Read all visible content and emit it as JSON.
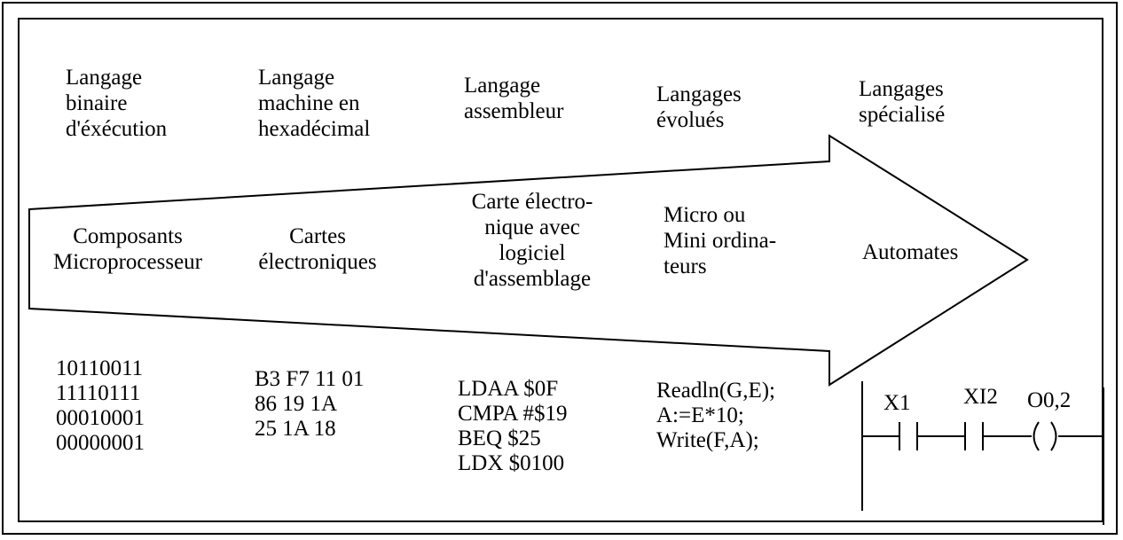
{
  "languages": [
    {
      "text": "Langage\nbinaire\nd'éxécution"
    },
    {
      "text": "Langage\nmachine en\nhexadécimal"
    },
    {
      "text": "Langage\nassembleur"
    },
    {
      "text": "Langages\névolués"
    },
    {
      "text": "Langages\nspécialisé"
    }
  ],
  "hardware": [
    {
      "text": "Composants\nMicroprocesseur"
    },
    {
      "text": "Cartes\nélectroniques"
    },
    {
      "text": "Carte électro-\nnique avec\nlogiciel\nd'assemblage"
    },
    {
      "text": "Micro ou\nMini ordina-\nteurs"
    },
    {
      "text": "Automates"
    }
  ],
  "code_examples": [
    {
      "text": "10110011\n11110111\n00010001\n00000001"
    },
    {
      "text": "B3 F7 11 01\n86 19 1A\n25 1A 18"
    },
    {
      "text": "LDAA $0F\nCMPA #$19\nBEQ $25\nLDX $0100"
    },
    {
      "text": "Readln(G,E);\nA:=E*10;\nWrite(F,A);"
    }
  ],
  "ladder": {
    "contact1": "X1",
    "contact2": "XI2",
    "coil": "O0,2"
  }
}
